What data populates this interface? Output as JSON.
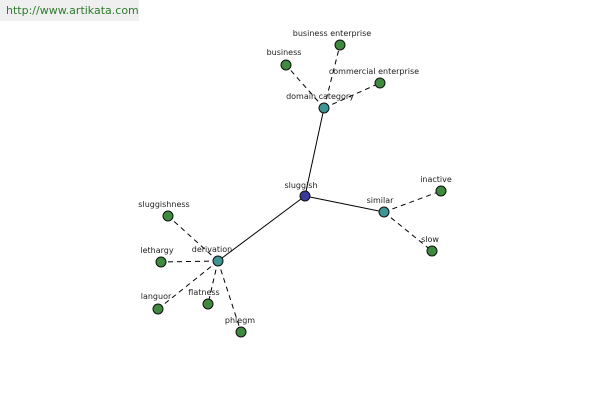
{
  "banner": {
    "url": "http://www.artikata.com"
  },
  "colors": {
    "center": "#3a3a9a",
    "hub": "#3f9494",
    "leaf": "#3e8a3e"
  },
  "nodes": [
    {
      "id": "sluggish",
      "label": "sluggish",
      "kind": "center"
    },
    {
      "id": "domain_category",
      "label": "domain category",
      "kind": "hub"
    },
    {
      "id": "similar",
      "label": "similar",
      "kind": "hub"
    },
    {
      "id": "derivation",
      "label": "derivation",
      "kind": "hub"
    },
    {
      "id": "business",
      "label": "business",
      "kind": "leaf"
    },
    {
      "id": "business_enterprise",
      "label": "business enterprise",
      "kind": "leaf"
    },
    {
      "id": "commercial_enterprise",
      "label": "commercial enterprise",
      "kind": "leaf"
    },
    {
      "id": "inactive",
      "label": "inactive",
      "kind": "leaf"
    },
    {
      "id": "slow",
      "label": "slow",
      "kind": "leaf"
    },
    {
      "id": "sluggishness",
      "label": "sluggishness",
      "kind": "leaf"
    },
    {
      "id": "lethargy",
      "label": "lethargy",
      "kind": "leaf"
    },
    {
      "id": "languor",
      "label": "languor",
      "kind": "leaf"
    },
    {
      "id": "flatness",
      "label": "flatness",
      "kind": "leaf"
    },
    {
      "id": "phlegm",
      "label": "phlegm",
      "kind": "leaf"
    }
  ],
  "edges": [
    {
      "from": "sluggish",
      "to": "domain_category",
      "style": "solid"
    },
    {
      "from": "sluggish",
      "to": "similar",
      "style": "solid"
    },
    {
      "from": "sluggish",
      "to": "derivation",
      "style": "solid"
    },
    {
      "from": "domain_category",
      "to": "business",
      "style": "dashed"
    },
    {
      "from": "domain_category",
      "to": "business_enterprise",
      "style": "dashed"
    },
    {
      "from": "domain_category",
      "to": "commercial_enterprise",
      "style": "dashed"
    },
    {
      "from": "similar",
      "to": "inactive",
      "style": "dashed"
    },
    {
      "from": "similar",
      "to": "slow",
      "style": "dashed"
    },
    {
      "from": "derivation",
      "to": "sluggishness",
      "style": "dashed"
    },
    {
      "from": "derivation",
      "to": "lethargy",
      "style": "dashed"
    },
    {
      "from": "derivation",
      "to": "languor",
      "style": "dashed"
    },
    {
      "from": "derivation",
      "to": "flatness",
      "style": "dashed"
    },
    {
      "from": "derivation",
      "to": "phlegm",
      "style": "dashed"
    }
  ]
}
